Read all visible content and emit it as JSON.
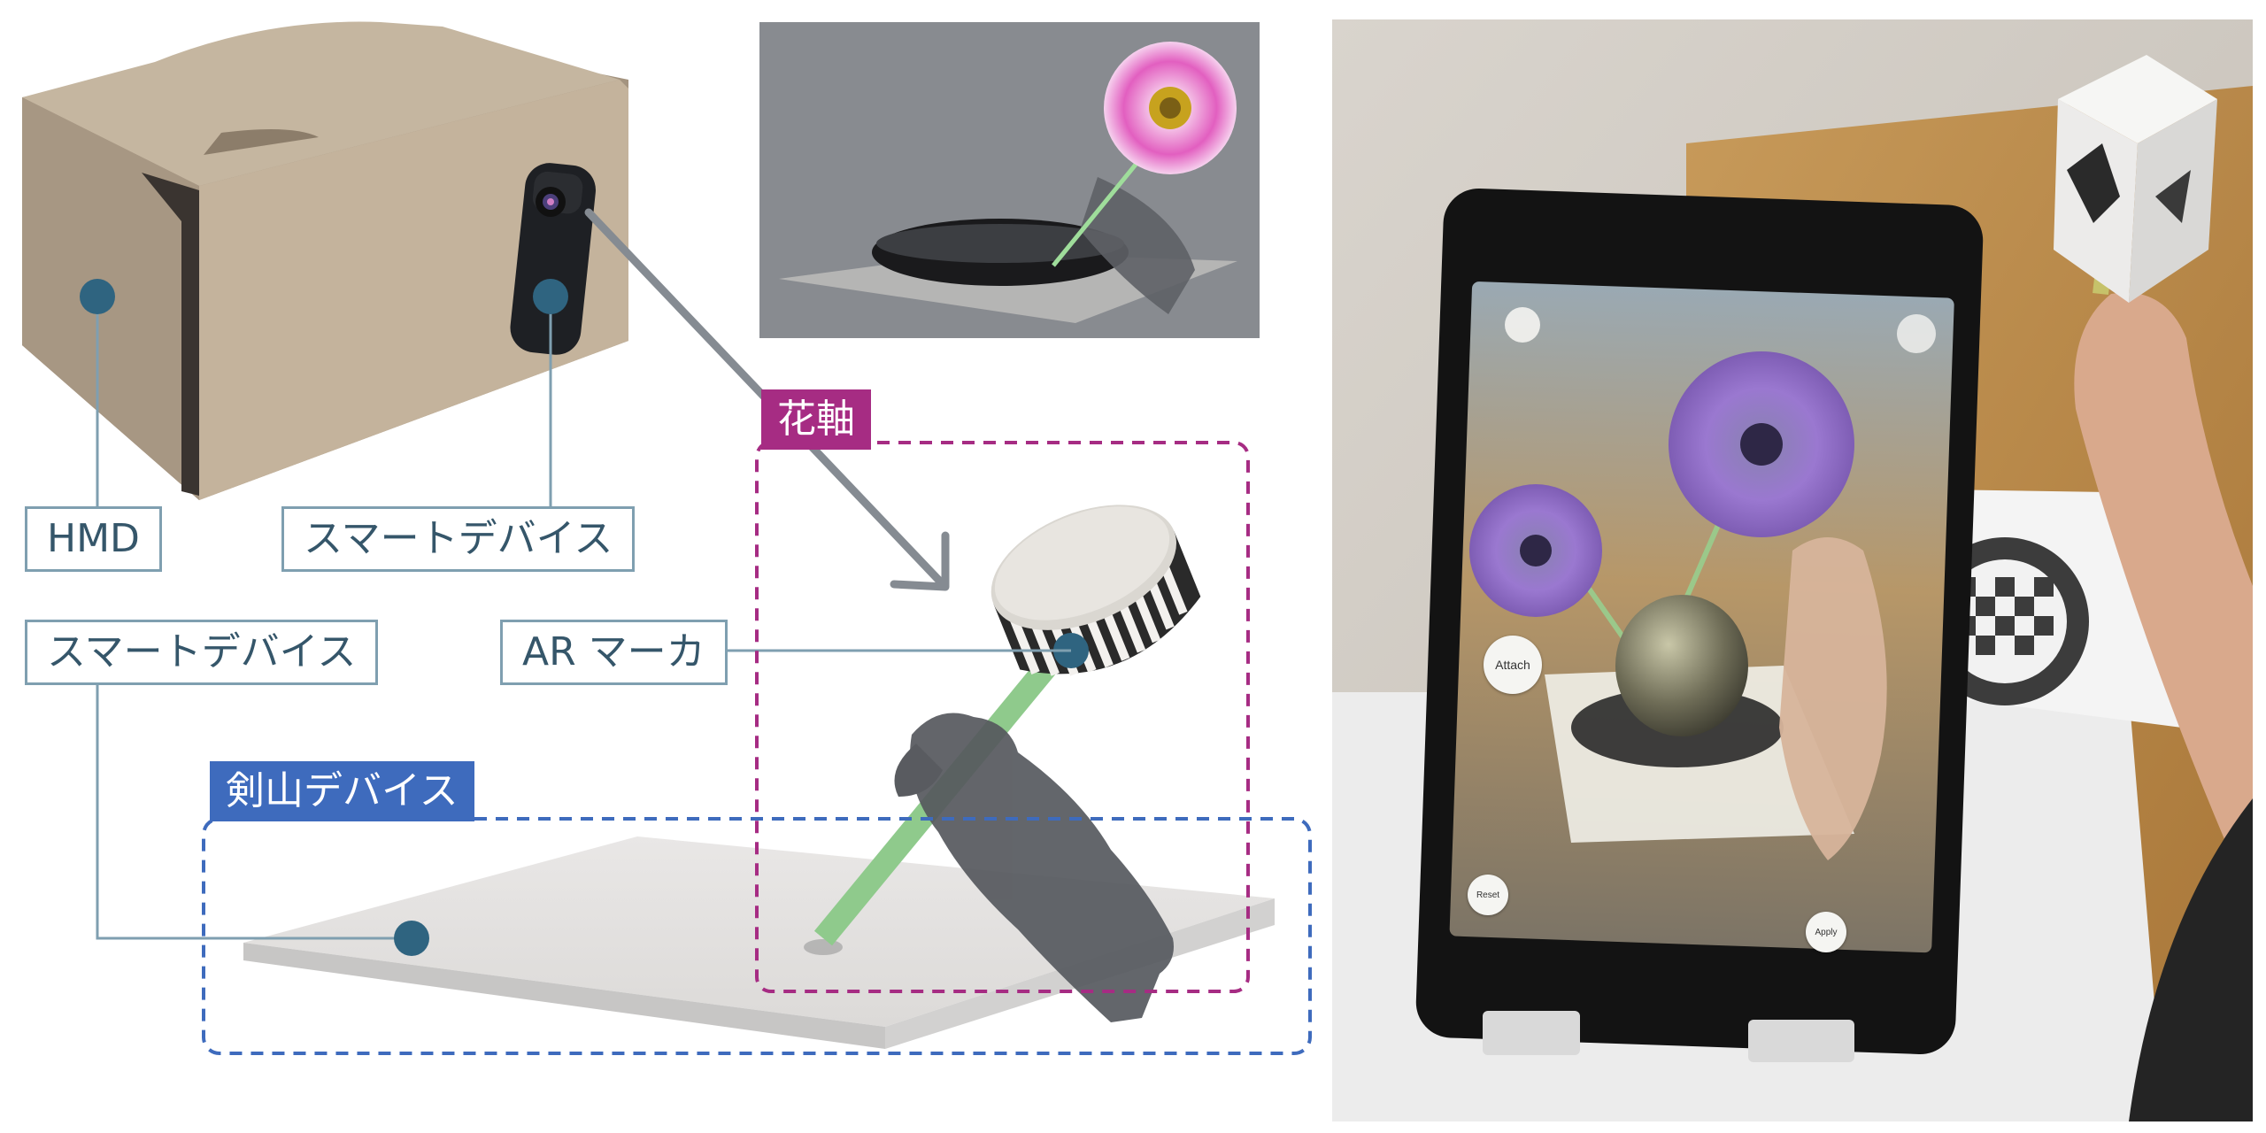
{
  "diagram": {
    "labels": {
      "hmd": "HMD",
      "smart_device_top": "スマートデバイス",
      "smart_device_bottom": "スマートデバイス",
      "ar_marker": "AR マーカ",
      "flower_stem": "花軸",
      "kenzan_device": "剣山デバイス"
    },
    "colors": {
      "cardboard": "#b8a892",
      "leader_line": "#7f9fb0",
      "dot": "#2f6480",
      "magenta": "#a62c83",
      "blue": "#3e6bbd",
      "stem_green": "#8fca8c"
    }
  },
  "photo": {
    "tablet_buttons": {
      "attach": "Attach",
      "reset": "Reset",
      "apply": "Apply"
    }
  }
}
